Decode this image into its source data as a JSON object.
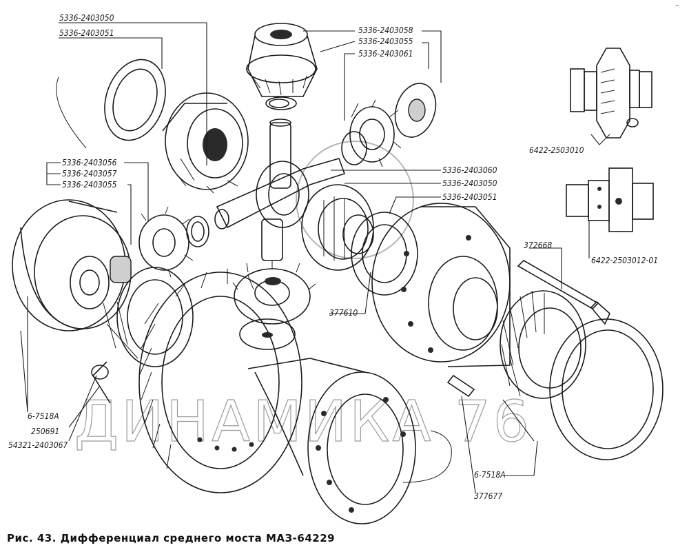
{
  "caption": "Рис. 43. Дифференциал среднего моста МАЗ-64229",
  "watermark": "ДИНАМИКА 76",
  "corner_mark": "⌐",
  "labels": {
    "l1": "5336-2403050",
    "l2": "5336-2403051",
    "l3": "5336-2403058",
    "l4": "5336-2403055",
    "l5": "5336-2403061",
    "l6": "6422-2503010",
    "l7": "5336-2403056",
    "l8": "5336-2403057",
    "l9": "5336-2403055",
    "l10": "5336-2403060",
    "l11": "5336-2403050",
    "l12": "5336-2403051",
    "l13": "6422-2503012-01",
    "l14": "372668",
    "l15": "377610",
    "l16": "6-7518А",
    "l17": "250691",
    "l18": "54321-2403067",
    "l19": "6-7518А",
    "l20": "377677"
  }
}
